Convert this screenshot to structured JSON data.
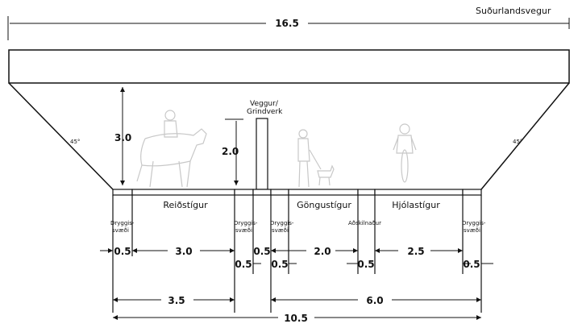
{
  "road_name": "Suðurlandsvegur",
  "angle_label": "45°",
  "total_width": "16.5",
  "clearance_height": "3.0",
  "wall": {
    "label_line1": "Veggur/",
    "label_line2": "Grindverk",
    "height": "2.0"
  },
  "paths": {
    "horse": "Reiðstígur",
    "walk": "Göngustígur",
    "bike": "Hjólastígur"
  },
  "safety_zone": {
    "line1": "Dryggis-",
    "line2": "svæði"
  },
  "separator_label": "Aðskilnaður",
  "widths": {
    "safety": "0.5",
    "horse": "3.0",
    "walk": "2.0",
    "bike": "2.5",
    "horse_total": "3.5",
    "walk_bike_total": "6.0",
    "overall": "10.5"
  }
}
